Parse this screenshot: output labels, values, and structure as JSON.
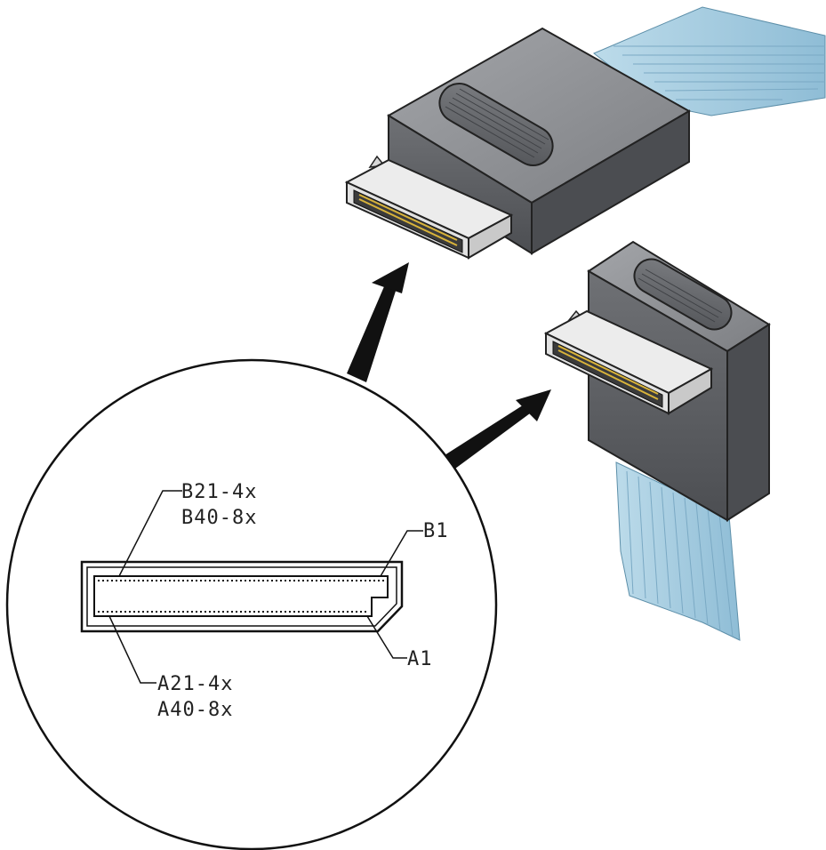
{
  "labels": {
    "b21": "B21-4x",
    "b40": "B40-8x",
    "b1": "B1",
    "a1": "A1",
    "a21": "A21-4x",
    "a40": "A40-8x"
  },
  "colors": {
    "housing_light": "#8c8e92",
    "housing_side": "#5f6165",
    "housing_dark": "#4a4c50",
    "ribbon": "#a9cde0",
    "ribbon_line": "#7aa9c4",
    "contact": "#c9a93a",
    "outline": "#111111"
  },
  "icons": {
    "straight_connector": "straight-cable-connector",
    "right_angle_connector": "right-angle-cable-connector",
    "pointer_arrow": "arrow"
  }
}
